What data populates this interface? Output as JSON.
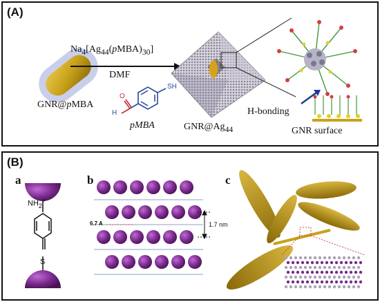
{
  "panel_a": {
    "label": "(A)",
    "reagent": "Na4[Ag44(pMBA)30]",
    "solvent": "DMF",
    "gnr_pmba_label": "GNR@pMBA",
    "pmba_label": "pMBA",
    "sh_label": "SH",
    "o_label": "O",
    "h_label": "H",
    "gnr_ag_label": "GNR@Ag44",
    "hbond_label": "H-bonding",
    "surface_label": "GNR surface"
  },
  "panel_b": {
    "label": "(B)",
    "sub_a": "a",
    "sub_b": "b",
    "sub_c": "c",
    "nh2_label": "NH2+",
    "s_label": "S",
    "spacing_a": "6.7 A",
    "spacing_nm": "1.7 nm"
  },
  "colors": {
    "gold": "#b8960c",
    "purple": "#7a2a8c",
    "silver": "#a8a4b2",
    "arrow_blue": "#1c3c9c"
  }
}
